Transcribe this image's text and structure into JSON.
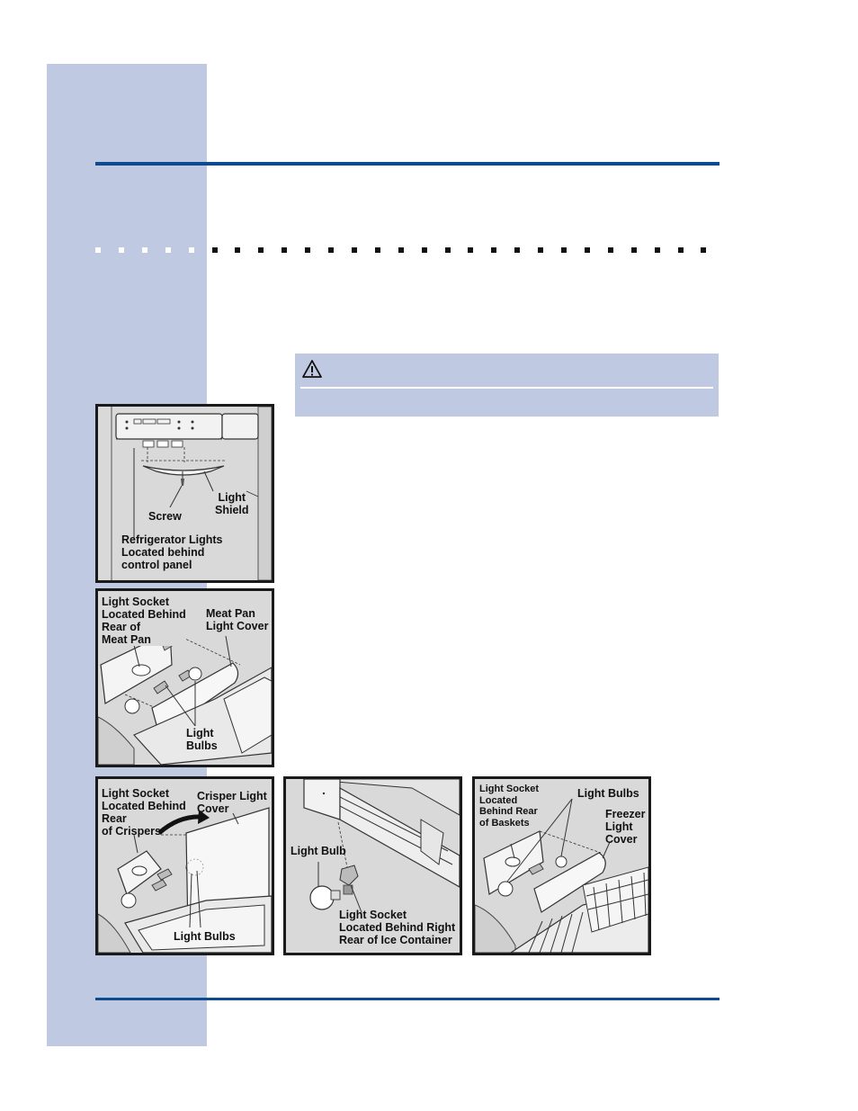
{
  "colors": {
    "sidebar": "#bfc9e1",
    "rule": "#0d4b8e",
    "panel_bg": "#d9d9d9"
  },
  "warning": {
    "icon": "warning-triangle-icon"
  },
  "figures": {
    "fridge_lights": {
      "light_shield": "Light\nShield",
      "screw": "Screw",
      "caption": "Refrigerator Lights\nLocated behind\ncontrol panel"
    },
    "meat_pan": {
      "socket": "Light Socket\nLocated Behind\nRear of\nMeat Pan",
      "cover": "Meat Pan\nLight Cover",
      "bulbs": "Light\nBulbs"
    },
    "crisper": {
      "socket": "Light Socket\nLocated Behind\nRear\nof Crispers",
      "cover": "Crisper Light\nCover",
      "bulbs": "Light Bulbs"
    },
    "ice_container": {
      "bulb": "Light Bulb",
      "socket": "Light Socket\nLocated Behind Right\nRear of Ice Container"
    },
    "freezer": {
      "socket": "Light Socket\nLocated\nBehind Rear\nof Baskets",
      "bulbs": "Light Bulbs",
      "cover": "Freezer\nLight\nCover"
    }
  }
}
